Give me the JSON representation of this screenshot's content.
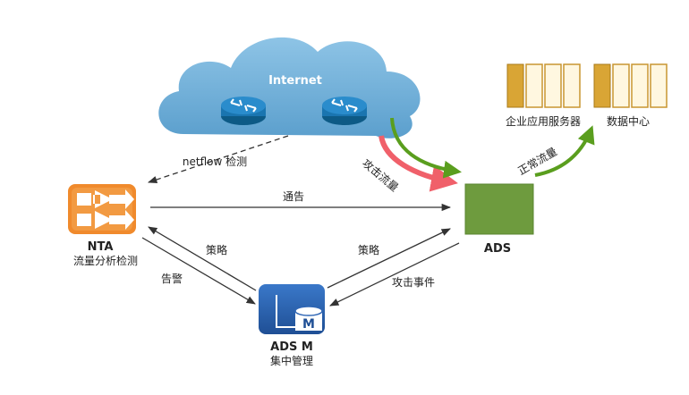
{
  "cloud": {
    "label": "Internet",
    "color": "#6aaed6"
  },
  "nodes": {
    "nta": {
      "title": "NTA",
      "subtitle": "流量分析检测",
      "color": "#f08a2c"
    },
    "ads": {
      "title": "ADS",
      "color": "#6e9b3e"
    },
    "adsm": {
      "title": "ADS M",
      "subtitle": "集中管理",
      "color": "#2f66b5",
      "badge": "M"
    },
    "enterprise": {
      "label": "企业应用服务器",
      "color": "#d9a535"
    },
    "datacenter": {
      "label": "数据中心",
      "color": "#d9a535"
    }
  },
  "edges": {
    "netflow": "netflow 检测",
    "attack_flow": "攻击流量",
    "normal_flow": "正常流量",
    "notify": "通告",
    "policy_left": "策略",
    "alert": "告警",
    "policy_right": "策略",
    "attack_event": "攻击事件"
  },
  "colors": {
    "attack_arrow": "#f0606a",
    "normal_arrow": "#5a9e1e",
    "line": "#333333"
  },
  "icons": [
    "router-icon",
    "router-icon",
    "nta-icon",
    "database-icon",
    "server-icon"
  ]
}
